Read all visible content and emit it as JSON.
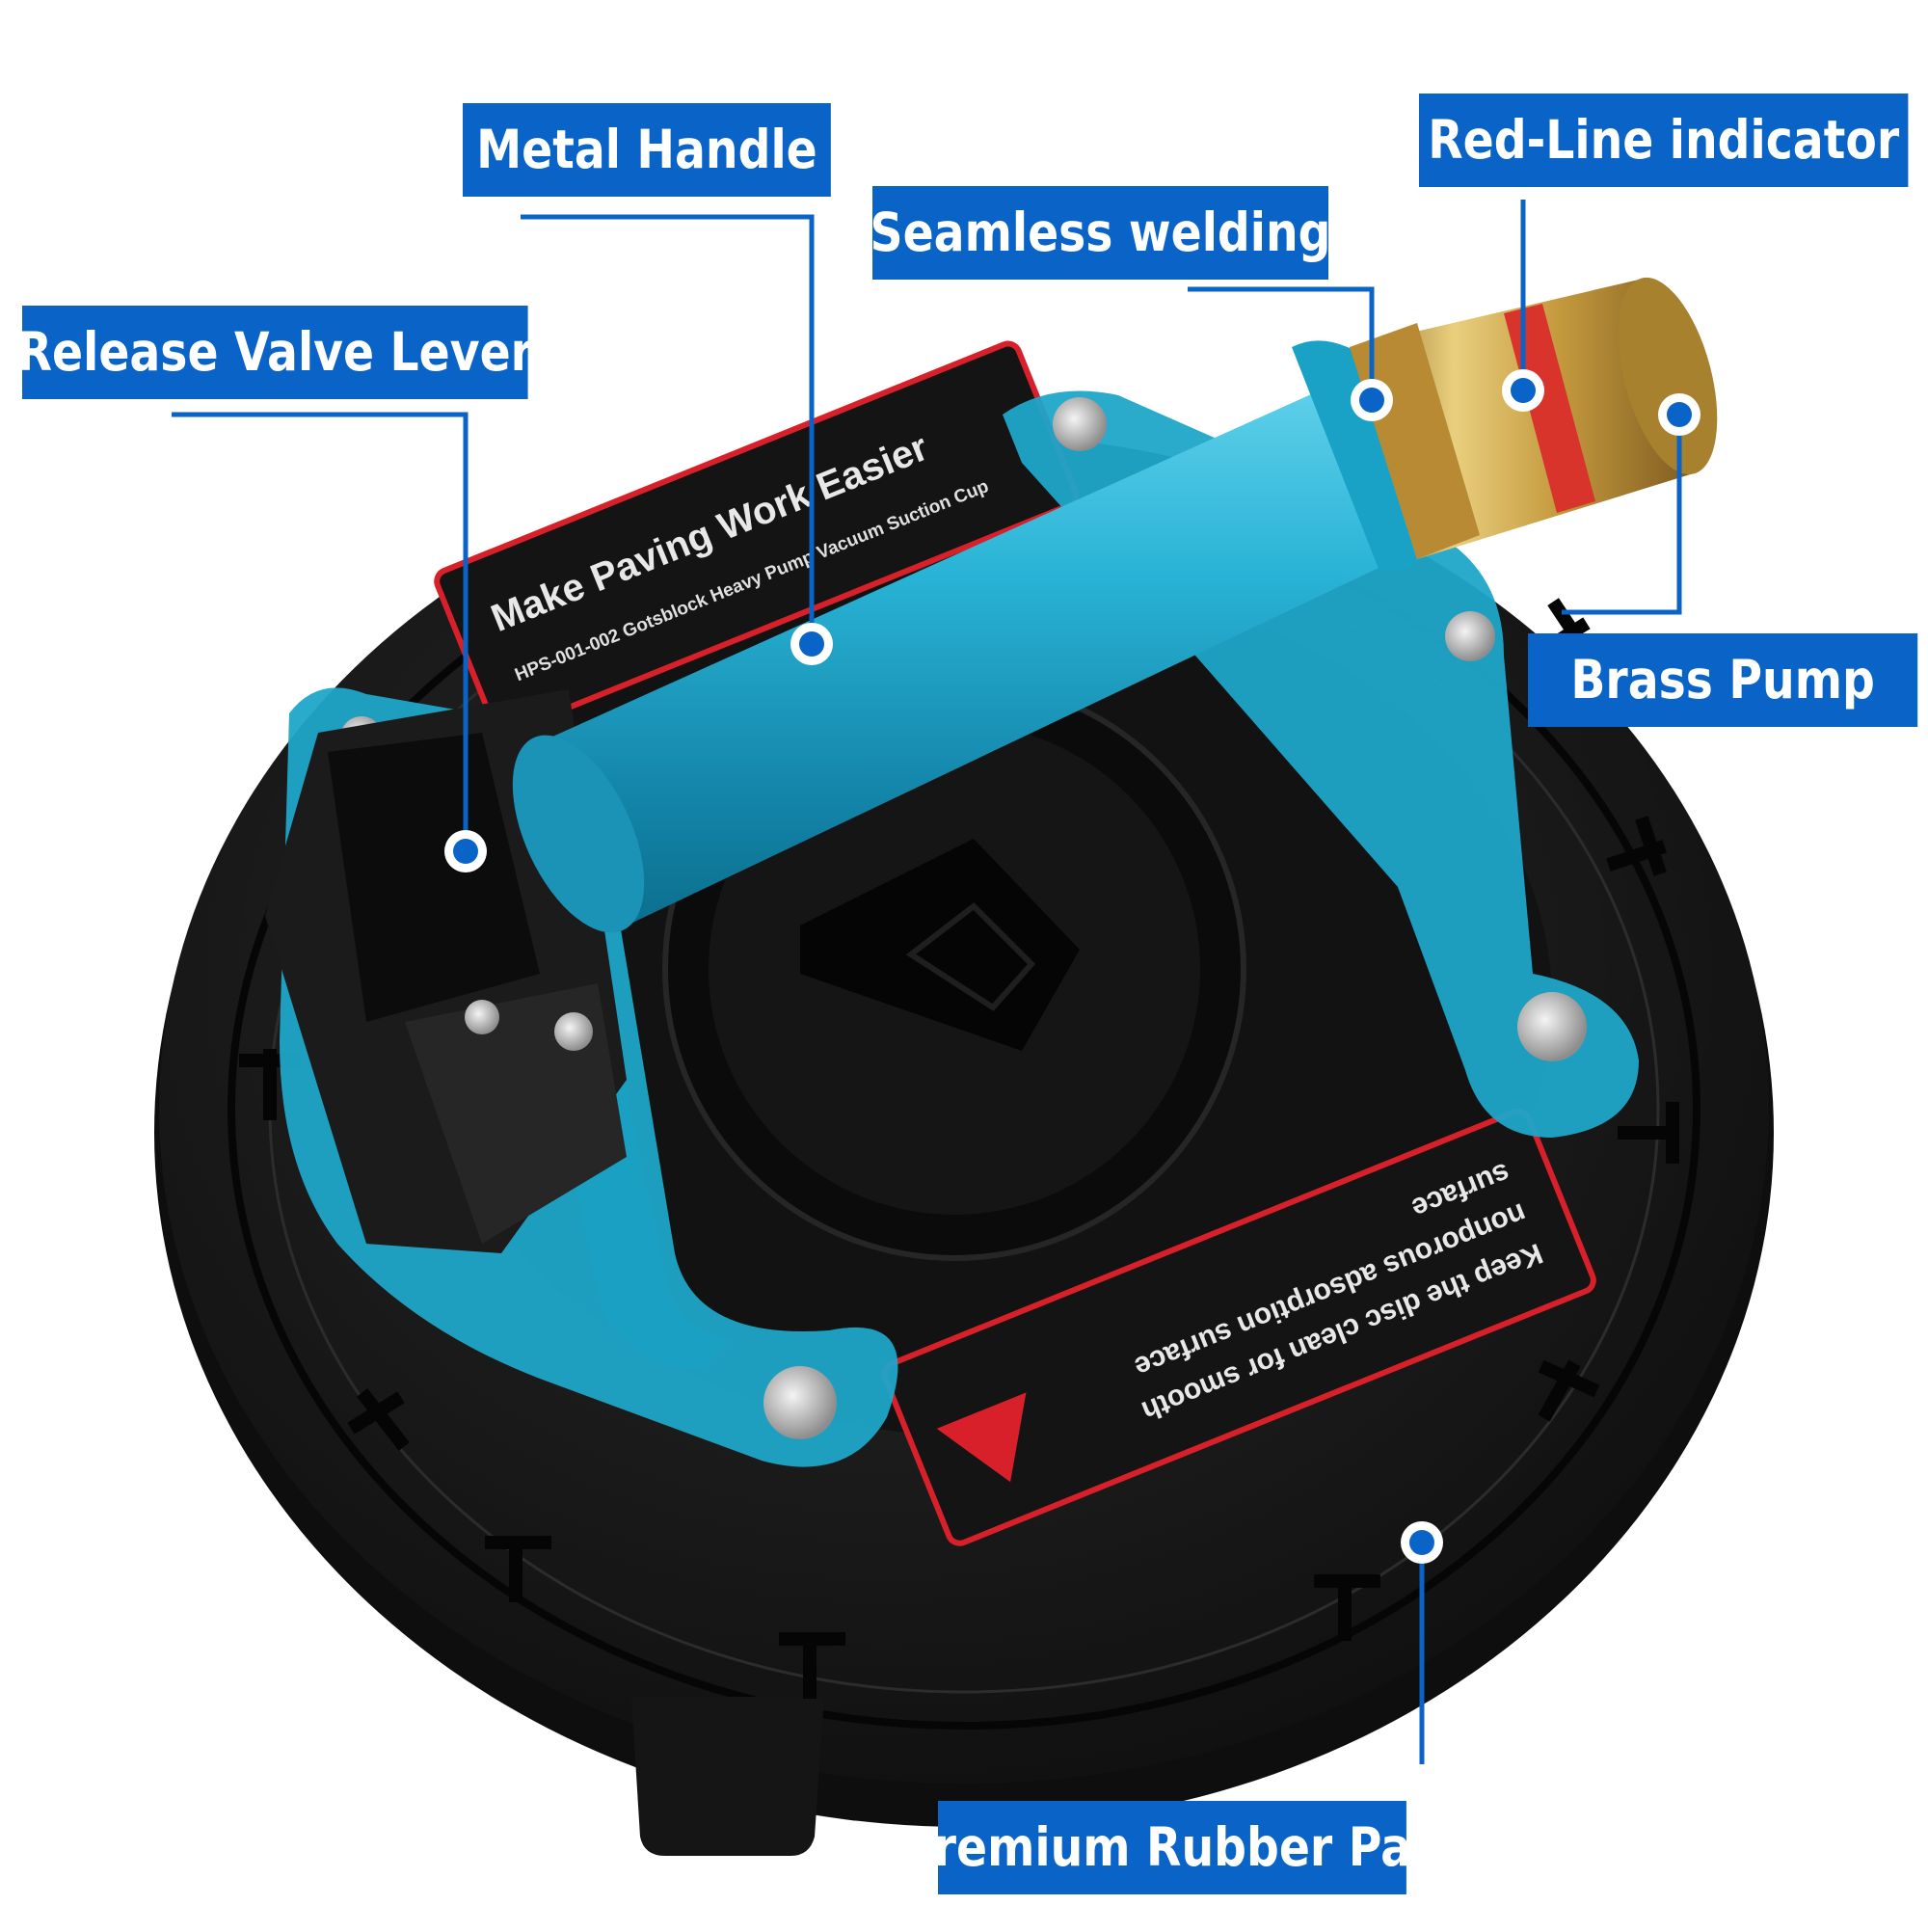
{
  "callouts": {
    "metal_handle": "Metal Handle",
    "redline_indicator": "Red-Line indicator",
    "seamless_welding": "Seamless welding",
    "release_valve_lever": "Release Valve Lever",
    "brass_pump": "Brass Pump",
    "premium_rubber_pad": "Premium Rubber Pad"
  },
  "product_label": {
    "slogan": "Make Paving Work Easier",
    "model": "HPS-001-002 Gotsblock Heavy Pump Vacuum Suction Cup"
  },
  "warning_label": {
    "line1": "Keep the disc clean for smooth",
    "line2": "nonporous adsorption surface",
    "line3": "surface"
  },
  "colors": {
    "callout_blue": "#0a64c8",
    "handle_teal": "#1fa6c9",
    "rubber_black": "#151515",
    "brass": "#c9a44a",
    "indicator_red": "#d8342c",
    "label_red": "#d8202a"
  }
}
